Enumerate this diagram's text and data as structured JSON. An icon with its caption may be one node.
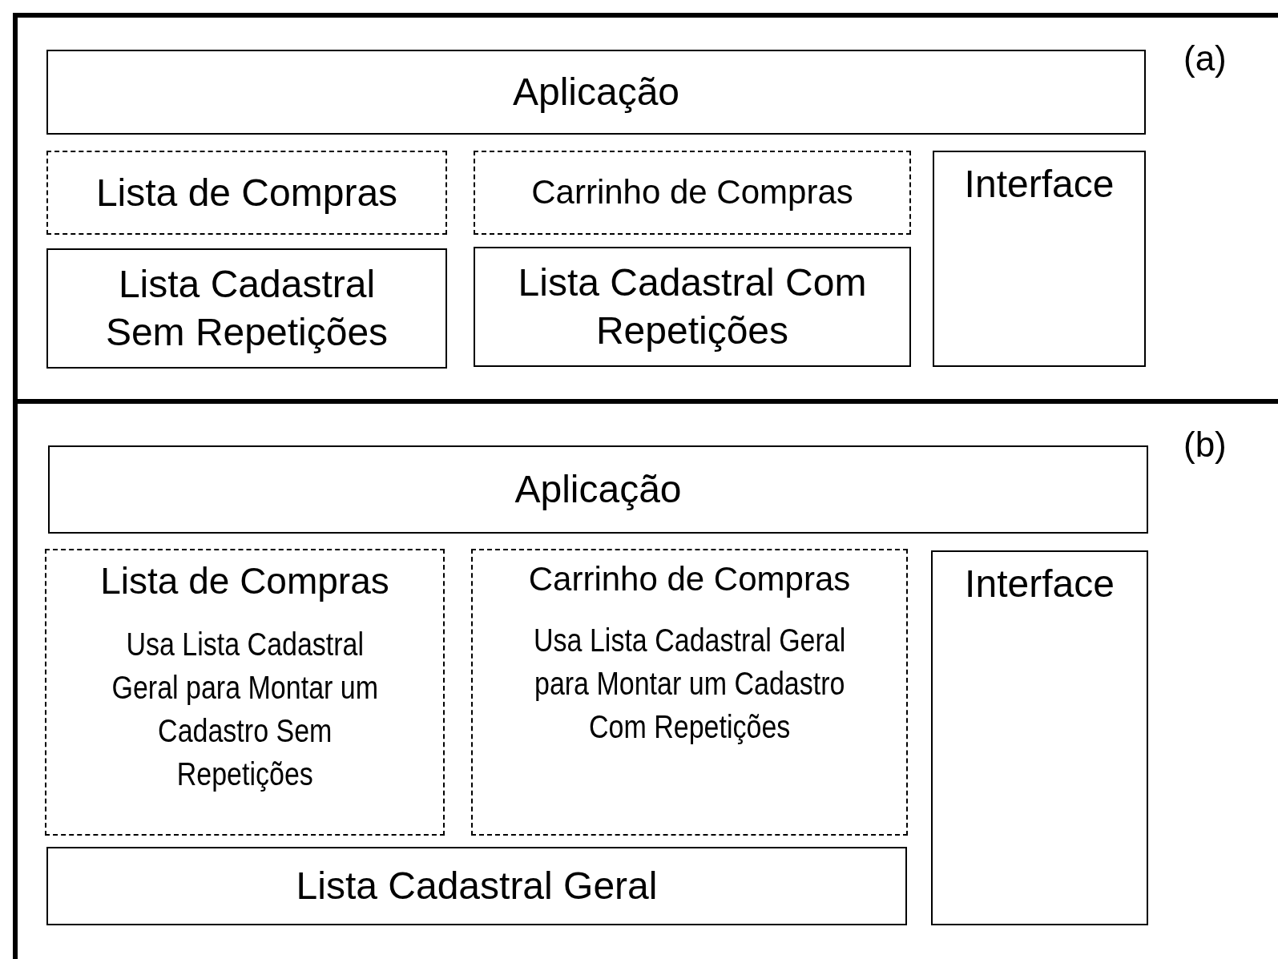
{
  "diagram": {
    "nodes": [
      {
        "text": [
          "(a)"
        ]
      },
      {
        "text": [
          "Aplicação"
        ],
        "in": 0
      },
      {
        "text": [
          "Lista de Compras"
        ],
        "in": 0
      },
      {
        "text": [
          "Carrinho de Compras"
        ],
        "in": 0
      },
      {
        "text": [
          "Interface"
        ],
        "in": 0
      },
      {
        "text": [
          "Lista Cadastral Sem Repetições"
        ],
        "in": 0
      },
      {
        "text": [
          "Lista Cadastral Com Repetições"
        ],
        "in": 0
      },
      {
        "text": [
          "(b)"
        ]
      },
      {
        "text": [
          "Aplicação"
        ],
        "in": 7
      },
      {
        "text": [
          "Lista de Compras",
          "Usa Lista Cadastral Geral para Montar um Cadastro Sem Repetições"
        ],
        "in": 7
      },
      {
        "text": [
          "Carrinho de Compras",
          "Usa Lista Cadastral Geral para Montar um Cadastro Com Repetições"
        ],
        "in": 7
      },
      {
        "text": [
          "Interface"
        ],
        "in": 7
      },
      {
        "text": [
          "Lista Cadastral Geral"
        ],
        "in": 7
      }
    ]
  }
}
